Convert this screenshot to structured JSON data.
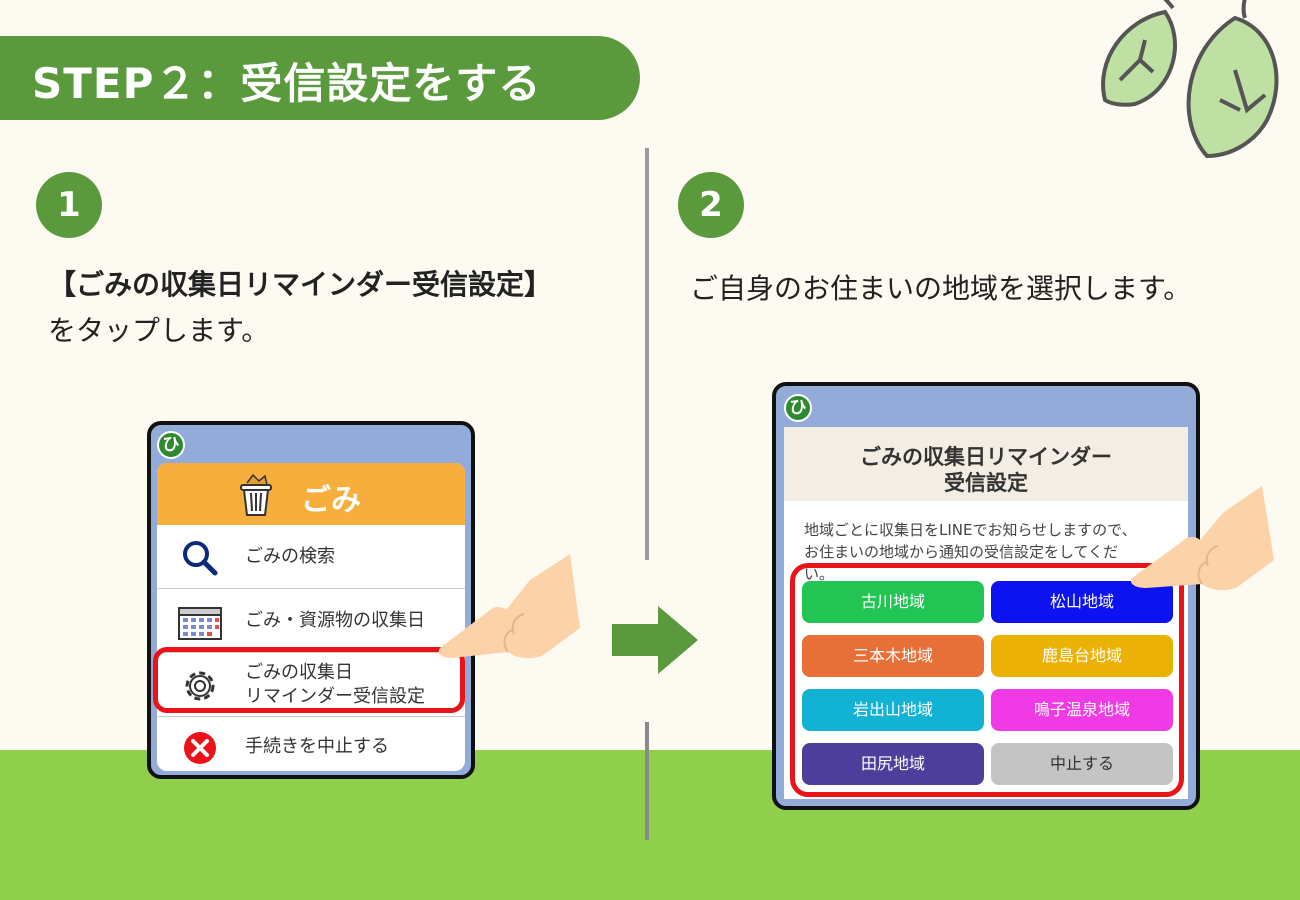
{
  "banner": {
    "title": "STEP２：受信設定をする"
  },
  "step1": {
    "number": "1",
    "instruction_bold": "【ごみの収集日リマインダー受信設定】",
    "instruction_rest": "をタップします。",
    "phone": {
      "logo": "ひ",
      "header_title": "ごみ",
      "menu": [
        {
          "label": "ごみの検索",
          "icon": "magnifier-icon"
        },
        {
          "label": "ごみ・資源物の収集日",
          "icon": "calendar-icon"
        },
        {
          "label_line1": "ごみの収集日",
          "label_line2": "リマインダー受信設定",
          "icon": "gear-icon"
        },
        {
          "label": "手続きを中止する",
          "icon": "red-x-icon"
        }
      ]
    }
  },
  "step2": {
    "number": "2",
    "instruction": "ご自身のお住まいの地域を選択します。",
    "phone": {
      "logo": "ひ",
      "title_line1": "ごみの収集日リマインダー",
      "title_line2": "受信設定",
      "desc_line1": "地域ごとに収集日をLINEでお知らせしますので、",
      "desc_line2": "お住まいの地域から通知の受信設定をしてくだ",
      "desc_line3": "い。",
      "areas": [
        {
          "label": "古川地域",
          "color": "#22c454"
        },
        {
          "label": "松山地域",
          "color": "#0c12f0"
        },
        {
          "label": "三本木地域",
          "color": "#e67038"
        },
        {
          "label": "鹿島台地域",
          "color": "#ebb205"
        },
        {
          "label": "岩出山地域",
          "color": "#12b2d4"
        },
        {
          "label": "鳴子温泉地域",
          "color": "#f03ae6"
        },
        {
          "label": "田尻地域",
          "color": "#4e3e9c"
        },
        {
          "label": "中止する",
          "color": "#c4c4c4"
        }
      ]
    }
  },
  "colors": {
    "banner": "#5a9a3c",
    "highlight": "#e8141a",
    "ground": "#8fcf4c"
  }
}
